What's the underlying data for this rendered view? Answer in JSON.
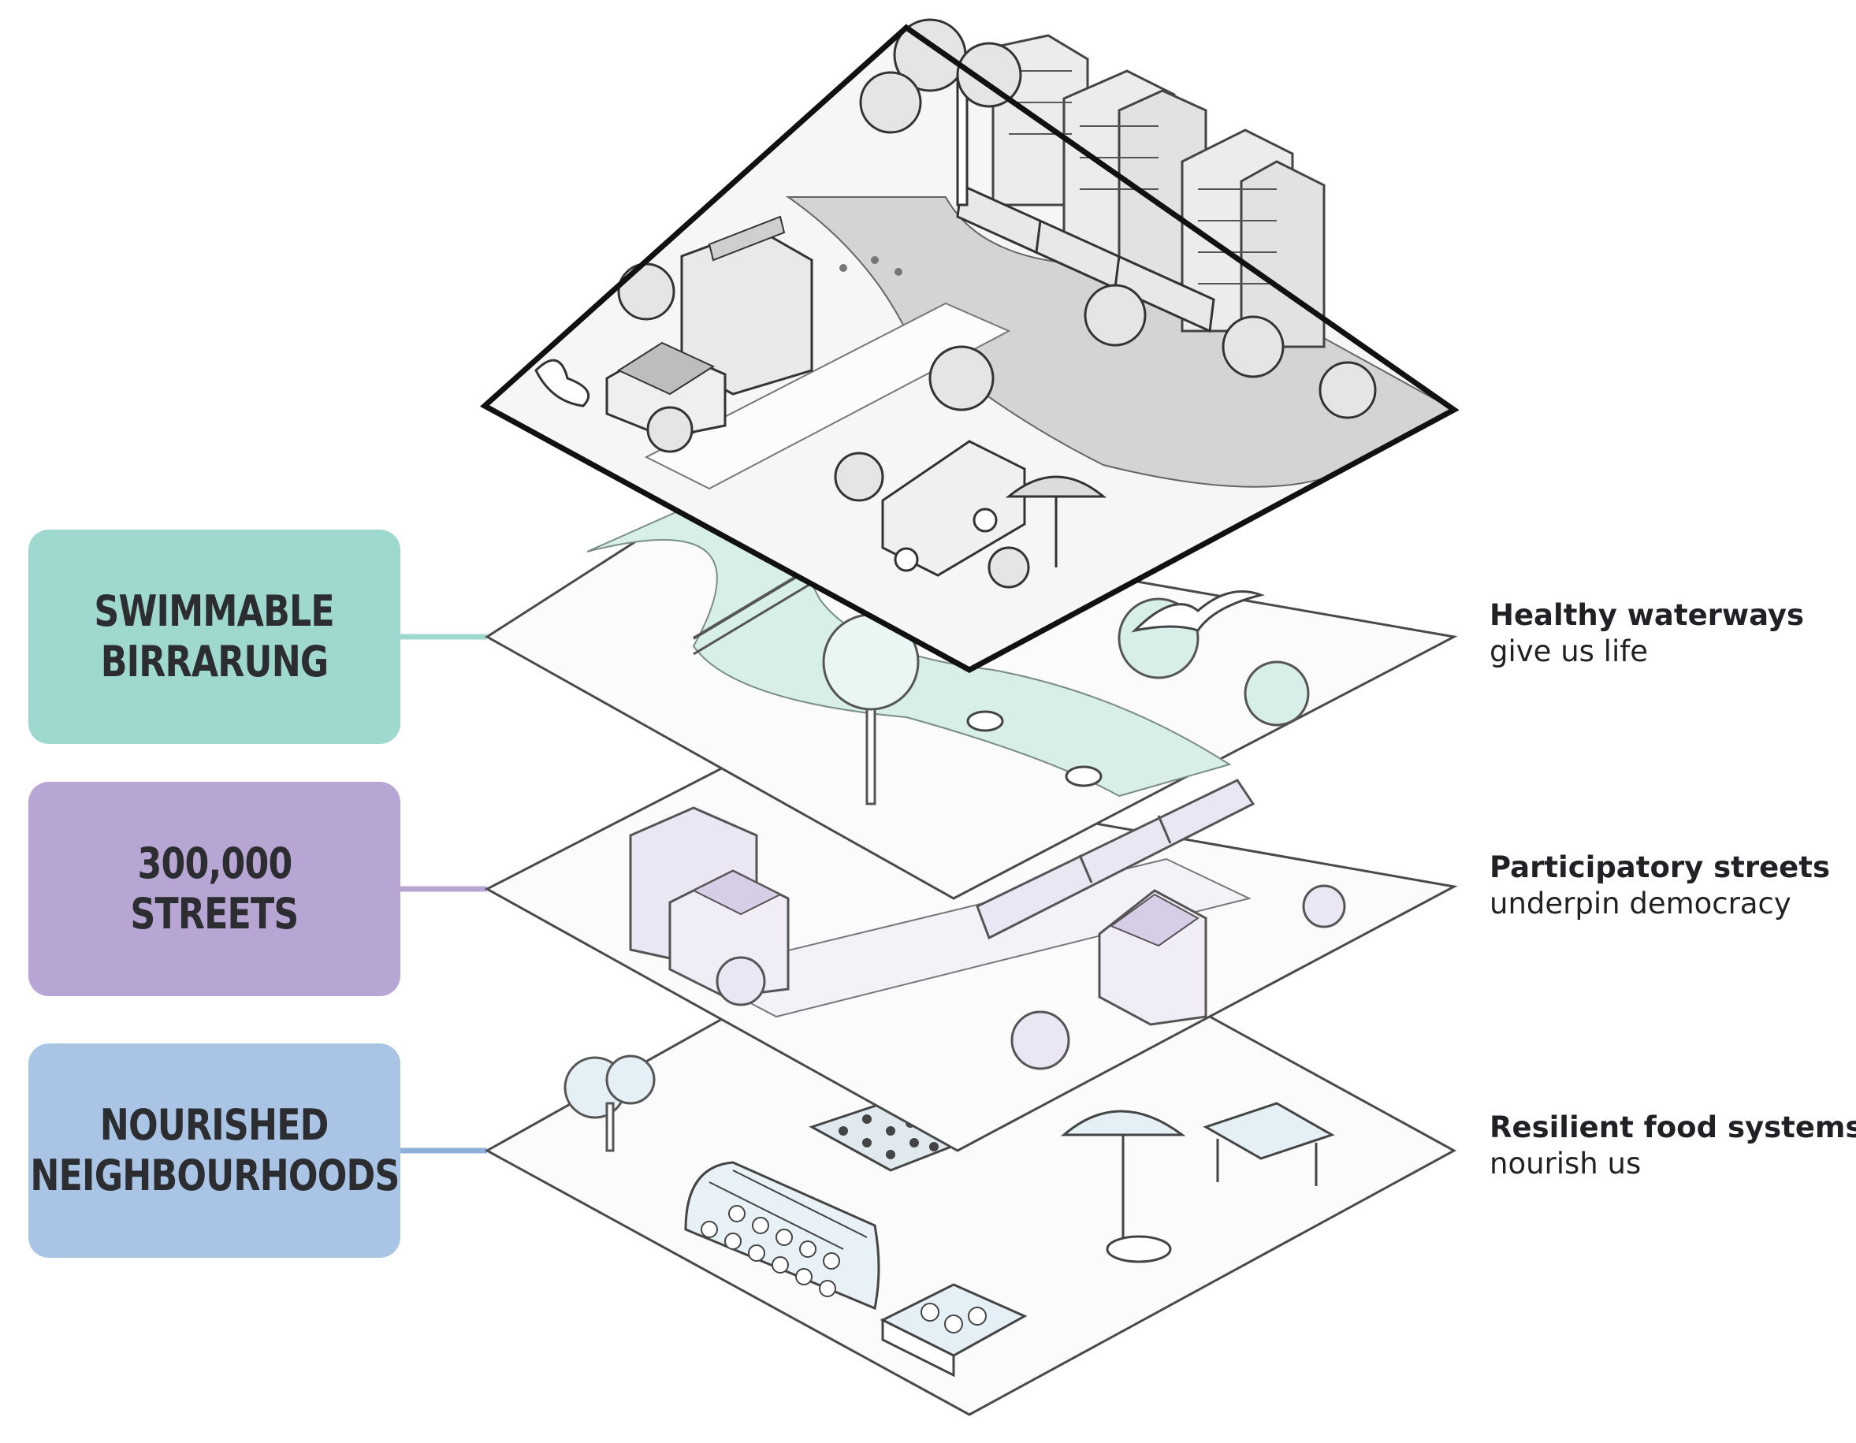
{
  "layers": [
    {
      "id": "water",
      "label_lines": [
        "SWIMMABLE",
        "BIRRARUNG"
      ],
      "caption_title": "Healthy waterways",
      "caption_subtitle": "give us life",
      "color": "#9fd8cf",
      "connector_color": "#9fd8cf"
    },
    {
      "id": "streets",
      "label_lines": [
        "300,000",
        "STREETS"
      ],
      "caption_title": "Participatory streets",
      "caption_subtitle": "underpin democracy",
      "color": "#b7a5d4",
      "connector_color": "#b7a5d4"
    },
    {
      "id": "food",
      "label_lines": [
        "NOURISHED",
        "NEIGHBOURHOODS"
      ],
      "caption_title": "Resilient food systems",
      "caption_subtitle": "nourish us",
      "color": "#a9c4e4",
      "connector_color": "#8fb0d8"
    }
  ],
  "illustration": {
    "plane_stroke": "#4a4a4a",
    "top_plane_border": "#111111",
    "fill_grey": "#d4d4d4",
    "fill_light": "#f3f3f3",
    "water_tint": "#d8efe9",
    "streets_tint": "#ebe6f3",
    "food_tint": "#e5f0f6"
  }
}
